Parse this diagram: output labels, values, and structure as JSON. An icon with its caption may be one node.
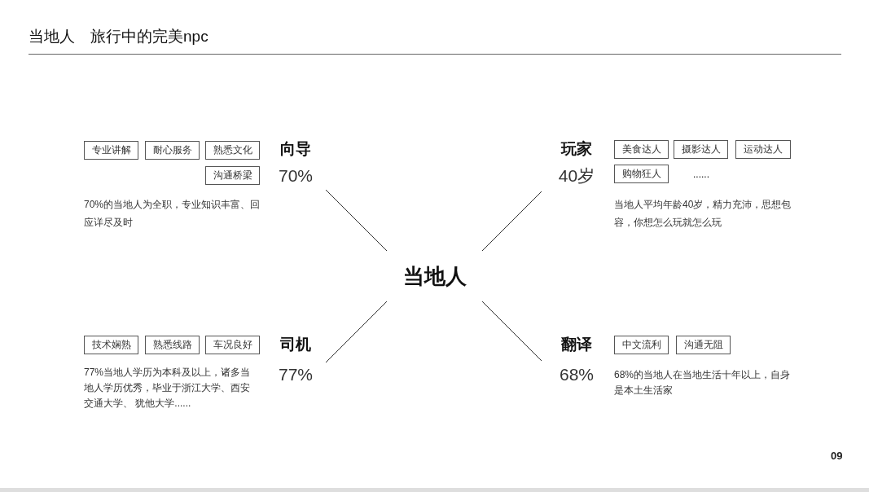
{
  "diagram": {
    "title": "当地人　旅行中的完美npc",
    "nodes": [
      {
        "text": [
          "当地人"
        ]
      },
      {
        "text": [
          "向导",
          "70%"
        ]
      },
      {
        "text": [
          "专业讲解"
        ]
      },
      {
        "text": [
          "耐心服务"
        ]
      },
      {
        "text": [
          "熟悉文化"
        ]
      },
      {
        "text": [
          "沟通桥梁"
        ]
      },
      {
        "text": [
          "玩家",
          "40岁"
        ]
      },
      {
        "text": [
          "美食达人"
        ]
      },
      {
        "text": [
          "摄影达人"
        ]
      },
      {
        "text": [
          "运动达人"
        ]
      },
      {
        "text": [
          "购物狂人"
        ]
      },
      {
        "text": [
          "司机",
          "77%"
        ]
      },
      {
        "text": [
          "技术娴熟"
        ]
      },
      {
        "text": [
          "熟悉线路"
        ]
      },
      {
        "text": [
          "车况良好"
        ]
      },
      {
        "text": [
          "翻译",
          "68%"
        ]
      },
      {
        "text": [
          "中文流利"
        ]
      },
      {
        "text": [
          "沟通无阻"
        ]
      }
    ],
    "edges": [
      {
        "from": 0,
        "to": 1,
        "arrow": "none"
      },
      {
        "from": 0,
        "to": 6,
        "arrow": "none"
      },
      {
        "from": 0,
        "to": 11,
        "arrow": "none"
      },
      {
        "from": 0,
        "to": 15,
        "arrow": "none"
      }
    ],
    "labels": [
      "......",
      "70%的当地人为全职，专业知识丰富、回应详尽及时",
      "当地人平均年龄40岁，精力充沛，思想包容，你想怎么玩就怎么玩",
      "77%当地人学历为本科及以上，诸多当地人学历优秀，毕业于浙江大学、西安交通大学、 犹他大学......",
      "68%的当地人在当地生活十年以上，自身是本土生活家",
      "09"
    ]
  }
}
